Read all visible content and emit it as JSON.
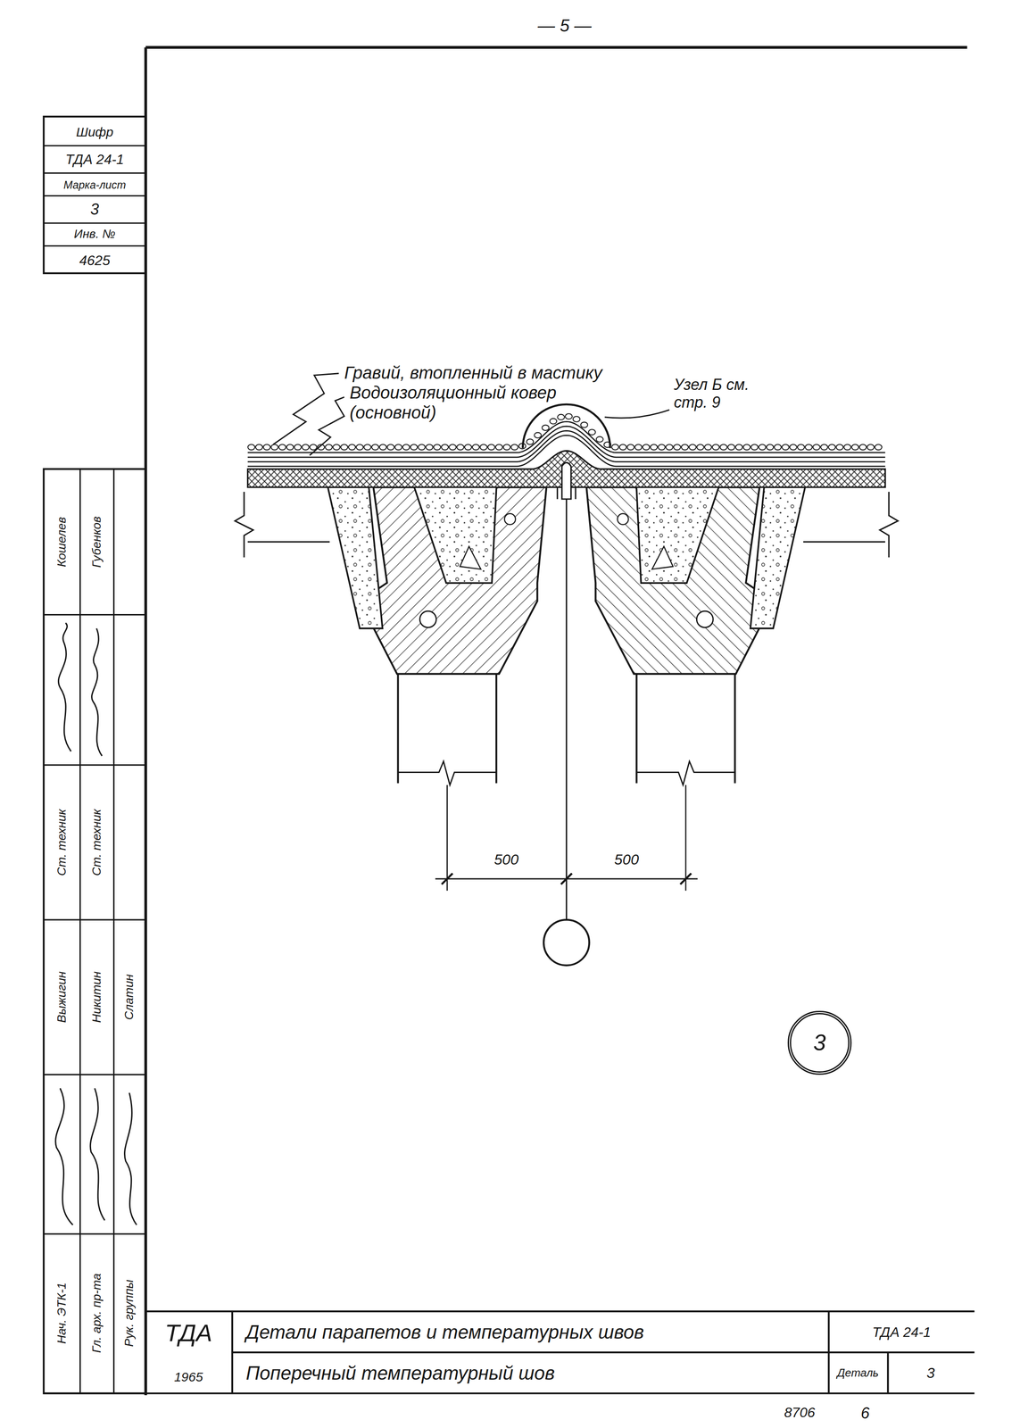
{
  "diagram": {
    "nodes": [
      {
        "text": [
          "3"
        ]
      }
    ],
    "labels": [
      "— 5 —",
      "Шифр",
      "ТДА 24-1",
      "Марка-лист",
      "3",
      "Инв. №",
      "4625",
      "Гравий, втопленный в мастику",
      "Водоизоляционный ковер (основной)",
      "Узел Б см. стр. 9",
      "500",
      "500",
      "ТДА",
      "1965",
      "Детали парапетов и температурных швов",
      "ТДА 24-1",
      "Поперечный температурный шов",
      "Деталь",
      "3",
      "8706",
      "6",
      "Кошелев",
      "Губенков",
      "Ст. техник",
      "Ст. техник",
      "Выжигин",
      "Никитин",
      "Слатин",
      "Нач. ЭТК-1",
      "Гл. арх. пр-та",
      "Рук. группы"
    ]
  }
}
